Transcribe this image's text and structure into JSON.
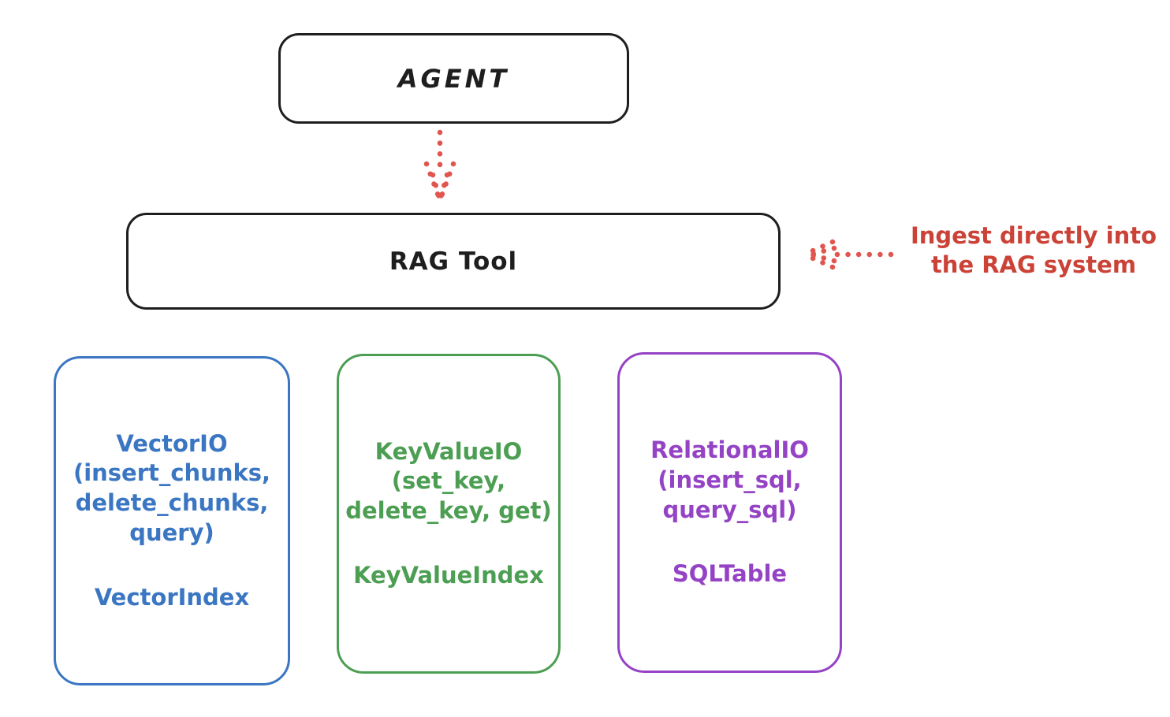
{
  "agent_box": {
    "label": "AGENT"
  },
  "rag_tool_box": {
    "label": "RAG Tool"
  },
  "annotation": {
    "text": "Ingest directly into\nthe RAG system"
  },
  "arrows": {
    "agent_to_rag": "dotted-arrow-down-icon",
    "ingest_to_rag": "dotted-arrow-left-icon"
  },
  "backends": [
    {
      "title": "VectorIO",
      "methods": "(insert_chunks,\ndelete_chunks,\nquery)",
      "index": "VectorIndex",
      "color": "#3a76c2"
    },
    {
      "title": "KeyValueIO",
      "methods": "(set_key,\ndelete_key, get)",
      "index": "KeyValueIndex",
      "color": "#4c9e52"
    },
    {
      "title": "RelationalIO",
      "methods": "(insert_sql,\nquery_sql)",
      "index": "SQLTable",
      "color": "#9543c5"
    }
  ],
  "colors": {
    "background": "#ffffff",
    "stroke_black": "#1e1e1e",
    "red_annotation": "#cb4237",
    "red_arrow": "#e0564f",
    "blue": "#3a76c2",
    "green": "#4c9e52",
    "purple": "#9543c5"
  }
}
